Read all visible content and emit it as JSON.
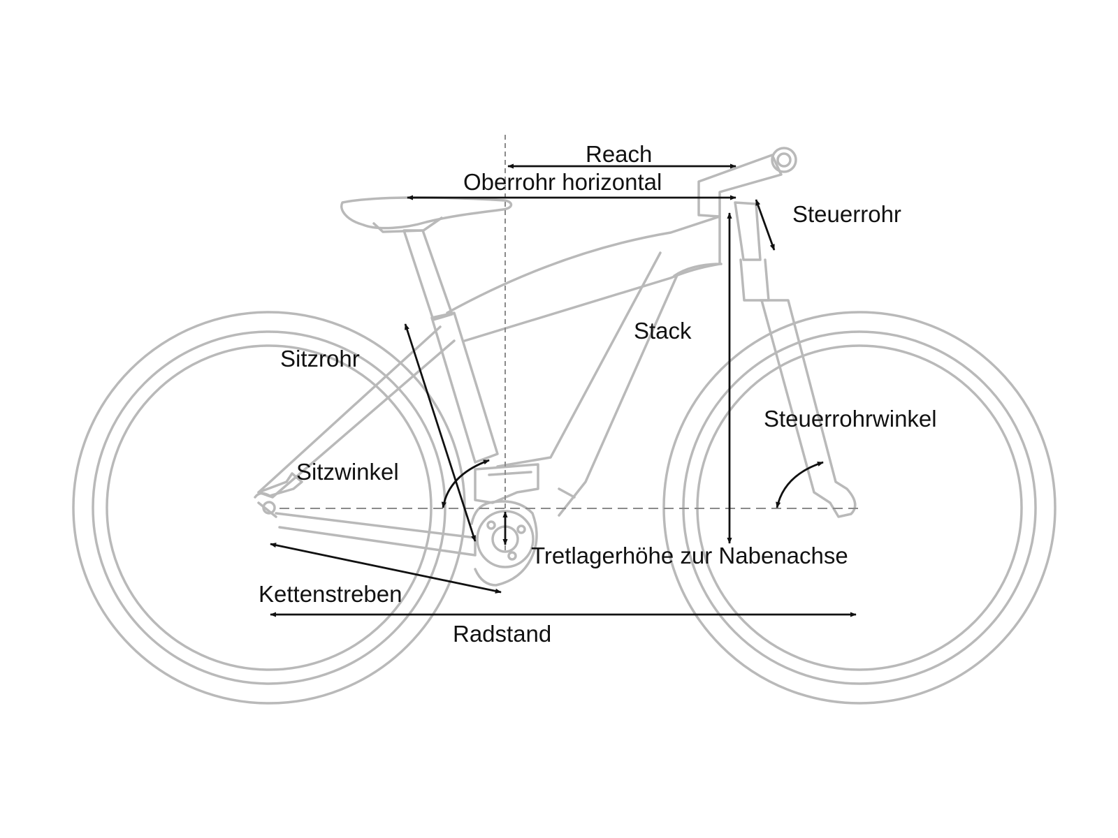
{
  "colors": {
    "bike": "#b9b9b9",
    "annotation": "#111111",
    "background": "#ffffff",
    "reference_line": "#8a8a8a"
  },
  "labels": {
    "reach": "Reach",
    "top_tube": "Oberrohr horizontal",
    "head_tube": "Steuerrohr",
    "stack": "Stack",
    "seat_tube": "Sitzrohr",
    "head_tube_angle": "Steuerrohrwinkel",
    "seat_angle": "Sitzwinkel",
    "bb_height": "Tretlagerhöhe zur Nabenachse",
    "chainstays": "Kettenstreben",
    "wheelbase": "Radstand"
  }
}
